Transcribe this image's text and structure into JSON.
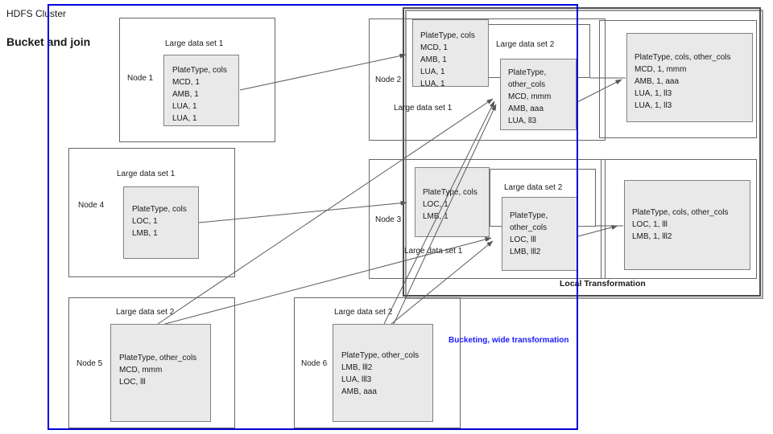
{
  "header": {
    "title": "HDFS Cluster",
    "subtitle": "Bucket and join"
  },
  "annotations": {
    "local_transformation": "Local Transformation",
    "bucketing": "Bucketing, wide transformation"
  },
  "colors": {
    "bucketing_box_and_text": "#0000dd",
    "cluster_box_border": "#4d4d4d",
    "node_box_border": "#666666",
    "data_block_fill": "#e9e9e9",
    "data_block_border": "#818181",
    "arrow": "#555555"
  },
  "nodes": {
    "node1": {
      "label": "Node 1",
      "dataset": "Large data set 1",
      "rows": [
        "PlateType, cols",
        "MCD, 1",
        "AMB, 1",
        "LUA, 1",
        "LUA, 1"
      ]
    },
    "node2": {
      "label": "Node 2",
      "dataset1": "Large data set 1",
      "dataset2": "Large data set 2",
      "rows1": [
        "PlateType, cols",
        "MCD, 1",
        "AMB, 1",
        "LUA, 1",
        "LUA, 1"
      ],
      "rows2": [
        "PlateType,",
        "other_cols",
        "MCD, mmm",
        "AMB, aaa",
        "LUA, ll3"
      ]
    },
    "node3": {
      "label": "Node 3",
      "dataset1": "Large data set 1",
      "dataset2": "Large data set 2",
      "rows1": [
        "PlateType, cols",
        "LOC, 1",
        "LMB, 1"
      ],
      "rows2": [
        "PlateType,",
        "other_cols",
        "LOC, lll",
        "LMB, lll2"
      ]
    },
    "node4": {
      "label": "Node 4",
      "dataset": "Large data set 1",
      "rows": [
        "PlateType, cols",
        "LOC, 1",
        "LMB, 1"
      ]
    },
    "node5": {
      "label": "Node 5",
      "dataset": "Large data set 2",
      "rows": [
        "PlateType, other_cols",
        "MCD, mmm",
        "LOC, lll"
      ]
    },
    "node6": {
      "label": "Node 6",
      "dataset": "Large data set 2",
      "rows": [
        "PlateType, other_cols",
        "LMB, lll2",
        "LUA, lll3",
        "AMB, aaa"
      ]
    }
  },
  "results": {
    "result1": {
      "rows": [
        "PlateType, cols, other_cols",
        "MCD, 1, mmm",
        "AMB, 1, aaa",
        "LUA, 1, ll3",
        "LUA, 1, ll3"
      ]
    },
    "result2": {
      "rows": [
        "PlateType, cols, other_cols",
        "LOC, 1, lll",
        "LMB, 1, lll2"
      ]
    }
  }
}
